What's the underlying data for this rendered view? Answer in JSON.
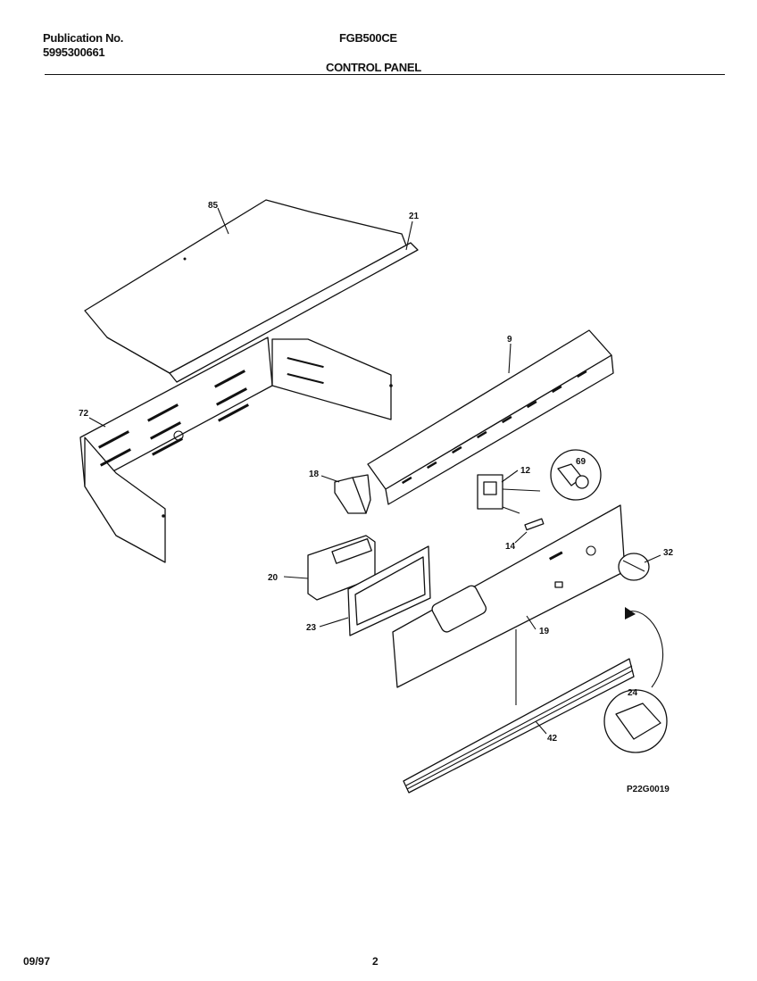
{
  "header": {
    "publication_label": "Publication No.",
    "publication_number": "5995300661",
    "model": "FGB500CE",
    "section_title": "CONTROL PANEL"
  },
  "diagram": {
    "part_labels": {
      "p85": "85",
      "p21": "21",
      "p9": "9",
      "p72": "72",
      "p18": "18",
      "p12": "12",
      "p69": "69",
      "p14": "14",
      "p32": "32",
      "p20": "20",
      "p23": "23",
      "p19": "19",
      "p24": "24",
      "p42": "42"
    },
    "figure_code": "P22G0019"
  },
  "footer": {
    "date": "09/97",
    "page_number": "2"
  }
}
